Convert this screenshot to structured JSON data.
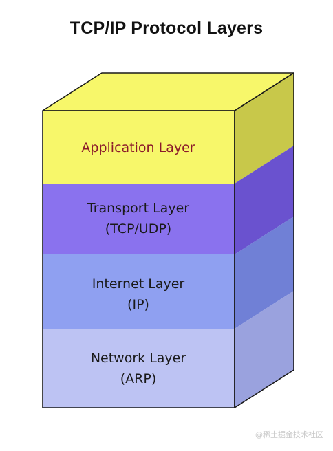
{
  "title": "TCP/IP Protocol Layers",
  "layers": [
    {
      "line1": "Application Layer",
      "line2": "",
      "front_color": "#f7f76a",
      "side_color": "#c8c84a"
    },
    {
      "line1": "Transport Layer",
      "line2": "(TCP/UDP)",
      "front_color": "#8a72ee",
      "side_color": "#6a52cf"
    },
    {
      "line1": "Internet Layer",
      "line2": "(IP)",
      "front_color": "#8fa0f1",
      "side_color": "#7080d6"
    },
    {
      "line1": "Network Layer",
      "line2": "(ARP)",
      "front_color": "#bdc3f3",
      "side_color": "#9aa2de"
    }
  ],
  "top_face_color": "#f7f76a",
  "outline_color": "#1a1a1a",
  "watermark": "@稀土掘金技术社区"
}
